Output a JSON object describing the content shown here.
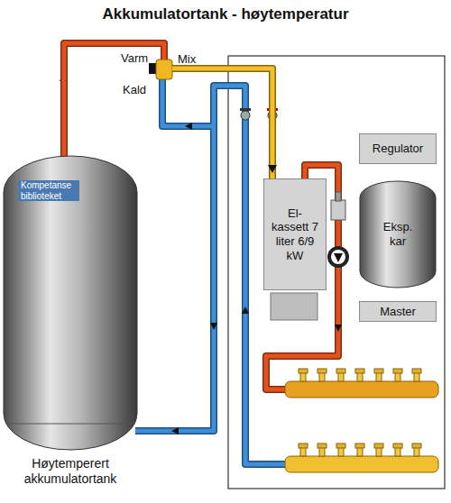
{
  "diagram": {
    "title": "Akkumulatortank - høytemperatur",
    "nodes": [
      {
        "text": [
          "Høytemperert akkumulatortank"
        ]
      },
      {
        "text": [
          "El- kassett 7 liter 6/9 kW"
        ]
      },
      {
        "text": [
          "Regulator"
        ]
      },
      {
        "text": [
          "Eksp. kar"
        ]
      },
      {
        "text": [
          "Master"
        ]
      }
    ],
    "edges": [
      {
        "from": 0,
        "to": 1,
        "arrow": "to"
      }
    ],
    "labels": [
      "Kompetanse biblioteket",
      "Varm",
      "Kald",
      "Mix"
    ]
  }
}
